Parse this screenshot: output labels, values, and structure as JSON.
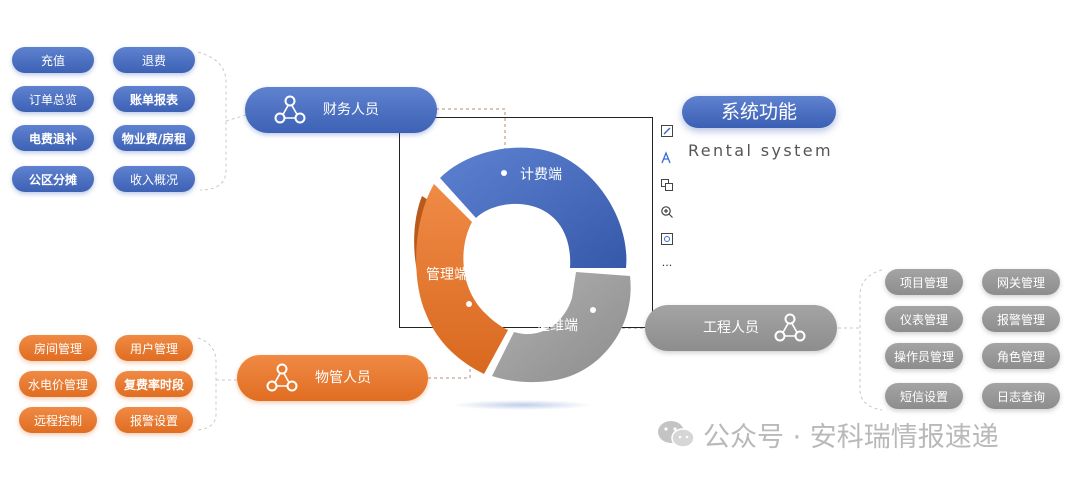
{
  "title": "系统功能",
  "subtitle": "Rental system",
  "ring": {
    "top": "计费端",
    "left": "管理端",
    "right": "运维端"
  },
  "roles": {
    "finance": "财务人员",
    "property": "物管人员",
    "engineering": "工程人员"
  },
  "finance_items": [
    "充值",
    "退费",
    "订单总览",
    "账单报表",
    "电费退补",
    "物业费/房租",
    "公区分摊",
    "收入概况"
  ],
  "property_items": [
    "房间管理",
    "用户管理",
    "水电价管理",
    "复费率时段",
    "远程控制",
    "报警设置"
  ],
  "engineering_items": [
    "项目管理",
    "网关管理",
    "仪表管理",
    "报警管理",
    "操作员管理",
    "角色管理",
    "短信设置",
    "日志查询"
  ],
  "toolbar": {
    "more": "···"
  },
  "watermark": "公众号 · 安科瑞情报速递",
  "colors": {
    "blue": "#3f63b6",
    "orange": "#e87a30",
    "gray": "#9b9b9b"
  }
}
